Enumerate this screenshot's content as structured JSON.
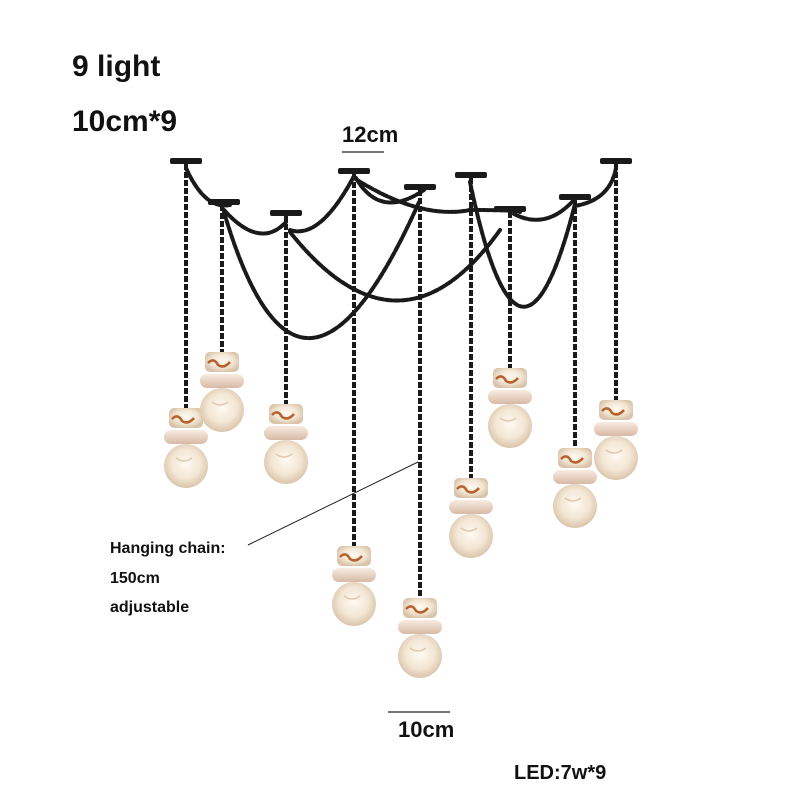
{
  "heading": {
    "title": "9 light",
    "size": "10cm*9"
  },
  "dimensions": {
    "canopy": "12cm",
    "bottom": "10cm"
  },
  "note": {
    "line1": "Hanging chain:",
    "line2": "150cm",
    "line3": "adjustable"
  },
  "power": "LED:7w*9",
  "colors": {
    "chain": "#1a1a1a",
    "alabaster": "#efe3d3",
    "vein": "#b5622e",
    "text": "#111111"
  }
}
